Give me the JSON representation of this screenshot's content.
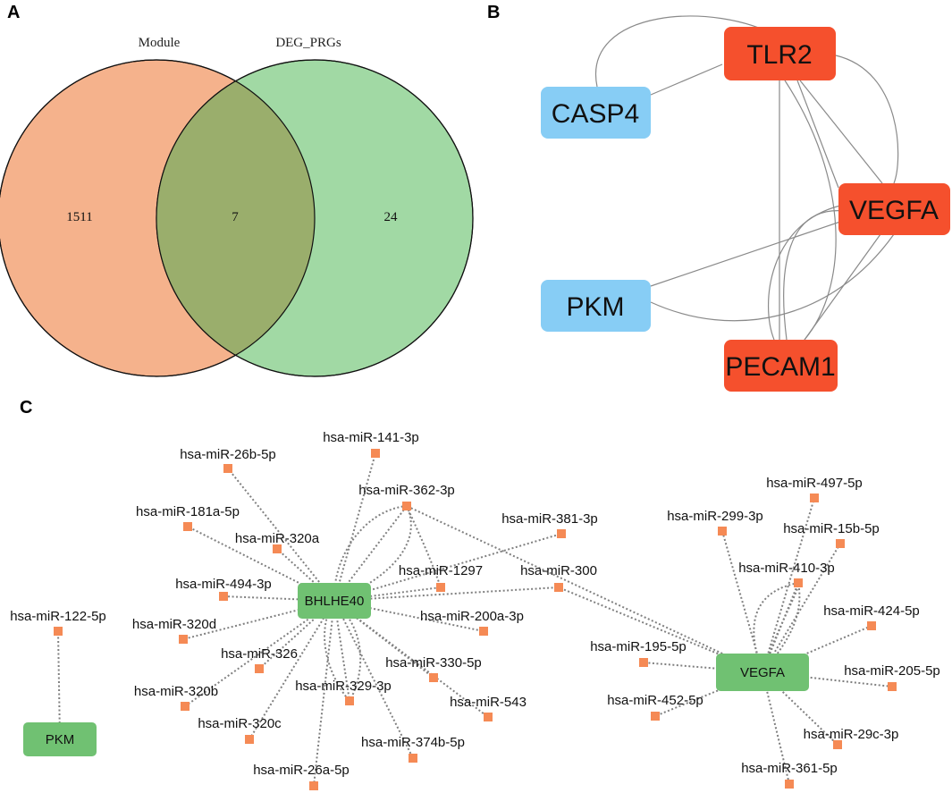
{
  "panels": {
    "a": "A",
    "b": "B",
    "c": "C"
  },
  "venn": {
    "set_left": "Module",
    "set_right": "DEG_PRGs",
    "only_left": "1511",
    "overlap": "7",
    "only_right": "24",
    "colors": {
      "left": "#f5b28c",
      "right": "#a1d9a4",
      "overlap": "#9aae6c"
    }
  },
  "ppi": {
    "colors": {
      "hub": "#f5502d",
      "other": "#87cdf5",
      "edge": "#8a8a8a"
    },
    "nodes": [
      {
        "id": "TLR2",
        "label": "TLR2",
        "kind": "hub"
      },
      {
        "id": "CASP4",
        "label": "CASP4",
        "kind": "other"
      },
      {
        "id": "VEGFA",
        "label": "VEGFA",
        "kind": "hub"
      },
      {
        "id": "PKM",
        "label": "PKM",
        "kind": "other"
      },
      {
        "id": "PECAM1",
        "label": "PECAM1",
        "kind": "hub"
      }
    ],
    "edges": [
      [
        "CASP4",
        "TLR2"
      ],
      [
        "TLR2",
        "VEGFA"
      ],
      [
        "TLR2",
        "PECAM1"
      ],
      [
        "PKM",
        "VEGFA"
      ],
      [
        "VEGFA",
        "PECAM1"
      ]
    ]
  },
  "network": {
    "colors": {
      "gene": "#70c172",
      "mirna": "#f58a55",
      "edge": "#808080"
    },
    "genes": [
      {
        "id": "BHLHE40",
        "label": "BHLHE40"
      },
      {
        "id": "VEGFA",
        "label": "VEGFA"
      },
      {
        "id": "PKM",
        "label": "PKM"
      }
    ],
    "mirnas": [
      {
        "id": "m26b",
        "label": "hsa-miR-26b-5p"
      },
      {
        "id": "m141",
        "label": "hsa-miR-141-3p"
      },
      {
        "id": "m362",
        "label": "hsa-miR-362-3p"
      },
      {
        "id": "m181a",
        "label": "hsa-miR-181a-5p"
      },
      {
        "id": "m320a",
        "label": "hsa-miR-320a"
      },
      {
        "id": "m494",
        "label": "hsa-miR-494-3p"
      },
      {
        "id": "m1297",
        "label": "hsa-miR-1297"
      },
      {
        "id": "m381",
        "label": "hsa-miR-381-3p"
      },
      {
        "id": "m300",
        "label": "hsa-miR-300"
      },
      {
        "id": "m320d",
        "label": "hsa-miR-320d"
      },
      {
        "id": "m200a",
        "label": "hsa-miR-200a-3p"
      },
      {
        "id": "m326",
        "label": "hsa-miR-326"
      },
      {
        "id": "m330",
        "label": "hsa-miR-330-5p"
      },
      {
        "id": "m320b",
        "label": "hsa-miR-320b"
      },
      {
        "id": "m329",
        "label": "hsa-miR-329-3p"
      },
      {
        "id": "m543",
        "label": "hsa-miR-543"
      },
      {
        "id": "m320c",
        "label": "hsa-miR-320c"
      },
      {
        "id": "m374b",
        "label": "hsa-miR-374b-5p"
      },
      {
        "id": "m26a",
        "label": "hsa-miR-26a-5p"
      },
      {
        "id": "m122",
        "label": "hsa-miR-122-5p"
      },
      {
        "id": "m497",
        "label": "hsa-miR-497-5p"
      },
      {
        "id": "m299",
        "label": "hsa-miR-299-3p"
      },
      {
        "id": "m15b",
        "label": "hsa-miR-15b-5p"
      },
      {
        "id": "m410",
        "label": "hsa-miR-410-3p"
      },
      {
        "id": "m424",
        "label": "hsa-miR-424-5p"
      },
      {
        "id": "m195",
        "label": "hsa-miR-195-5p"
      },
      {
        "id": "m205",
        "label": "hsa-miR-205-5p"
      },
      {
        "id": "m452",
        "label": "hsa-miR-452-5p"
      },
      {
        "id": "m29c",
        "label": "hsa-miR-29c-3p"
      },
      {
        "id": "m361",
        "label": "hsa-miR-361-5p"
      }
    ],
    "edges": [
      [
        "BHLHE40",
        "m26b"
      ],
      [
        "BHLHE40",
        "m141"
      ],
      [
        "BHLHE40",
        "m362"
      ],
      [
        "BHLHE40",
        "m181a"
      ],
      [
        "BHLHE40",
        "m320a"
      ],
      [
        "BHLHE40",
        "m494"
      ],
      [
        "BHLHE40",
        "m1297"
      ],
      [
        "BHLHE40",
        "m381"
      ],
      [
        "BHLHE40",
        "m300"
      ],
      [
        "BHLHE40",
        "m320d"
      ],
      [
        "BHLHE40",
        "m200a"
      ],
      [
        "BHLHE40",
        "m326"
      ],
      [
        "BHLHE40",
        "m330"
      ],
      [
        "BHLHE40",
        "m320b"
      ],
      [
        "BHLHE40",
        "m329"
      ],
      [
        "BHLHE40",
        "m543"
      ],
      [
        "BHLHE40",
        "m320c"
      ],
      [
        "BHLHE40",
        "m374b"
      ],
      [
        "BHLHE40",
        "m26a"
      ],
      [
        "PKM",
        "m122"
      ],
      [
        "VEGFA",
        "m362"
      ],
      [
        "VEGFA",
        "m300"
      ],
      [
        "VEGFA",
        "m497"
      ],
      [
        "VEGFA",
        "m299"
      ],
      [
        "VEGFA",
        "m15b"
      ],
      [
        "VEGFA",
        "m410"
      ],
      [
        "VEGFA",
        "m424"
      ],
      [
        "VEGFA",
        "m195"
      ],
      [
        "VEGFA",
        "m205"
      ],
      [
        "VEGFA",
        "m452"
      ],
      [
        "VEGFA",
        "m29c"
      ],
      [
        "VEGFA",
        "m361"
      ]
    ]
  }
}
